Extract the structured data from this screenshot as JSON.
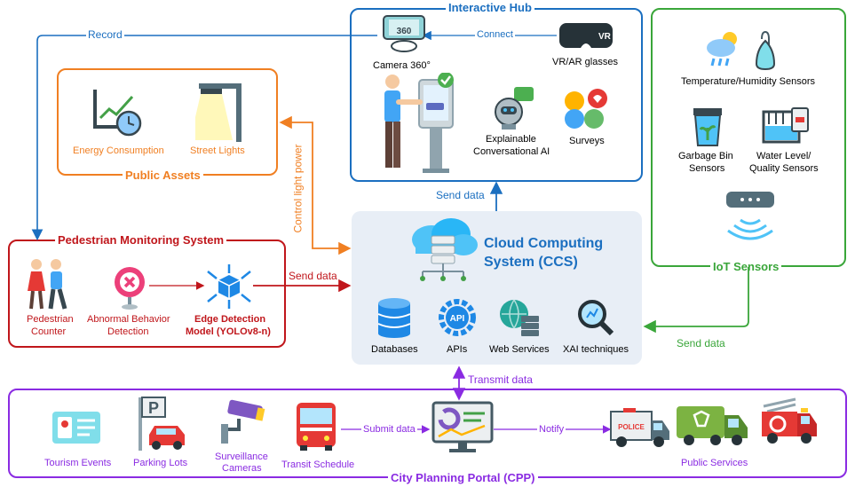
{
  "interactive_hub": {
    "title": "Interactive Hub",
    "camera": "Camera 360°",
    "camera_icon_text": "360",
    "vr": "VR/AR glasses",
    "vr_icon_text": "VR",
    "connect": "Connect",
    "explainable_l1": "Explainable",
    "explainable_l2": "Conversational AI",
    "surveys": "Surveys"
  },
  "public_assets": {
    "title": "Public Assets",
    "energy": "Energy Consumption",
    "street": "Street Lights"
  },
  "iot": {
    "title": "IoT Sensors",
    "temp": "Temperature/Humidity Sensors",
    "garbage_l1": "Garbage Bin",
    "garbage_l2": "Sensors",
    "water_l1": "Water Level/",
    "water_l2": "Quality Sensors"
  },
  "pedestrian": {
    "title": "Pedestrian Monitoring System",
    "counter_l1": "Pedestrian",
    "counter_l2": "Counter",
    "abnormal_l1": "Abnormal Behavior",
    "abnormal_l2": "Detection",
    "edge_l1": "Edge Detection",
    "edge_l2": "Model (YOLOv8-n)"
  },
  "ccs": {
    "title_l1": "Cloud Computing",
    "title_l2": "System (CCS)",
    "databases": "Databases",
    "apis": "APIs",
    "api_icon_text": "API",
    "web": "Web Services",
    "xai": "XAI techniques"
  },
  "cpp": {
    "title": "City Planning Portal (CPP)",
    "tourism": "Tourism Events",
    "parking": "Parking Lots",
    "parking_icon_text": "P",
    "surv_l1": "Surveillance",
    "surv_l2": "Cameras",
    "transit": "Transit Schedule",
    "submit": "Submit data",
    "notify": "Notify",
    "public_services": "Public Services",
    "police_icon_text": "POLICE"
  },
  "arrows": {
    "record": "Record",
    "control": "Control light power",
    "send_ped": "Send data",
    "send_hub": "Send data",
    "send_iot": "Send data",
    "transmit": "Transmit data"
  },
  "colors": {
    "hub": "#1b6fc0",
    "assets": "#f07f22",
    "iot": "#3aa63a",
    "pedestrian": "#c0161b",
    "ccs_bg": "#e8eef6",
    "ccs_title": "#1b6fc0",
    "cpp": "#8a2be2"
  }
}
